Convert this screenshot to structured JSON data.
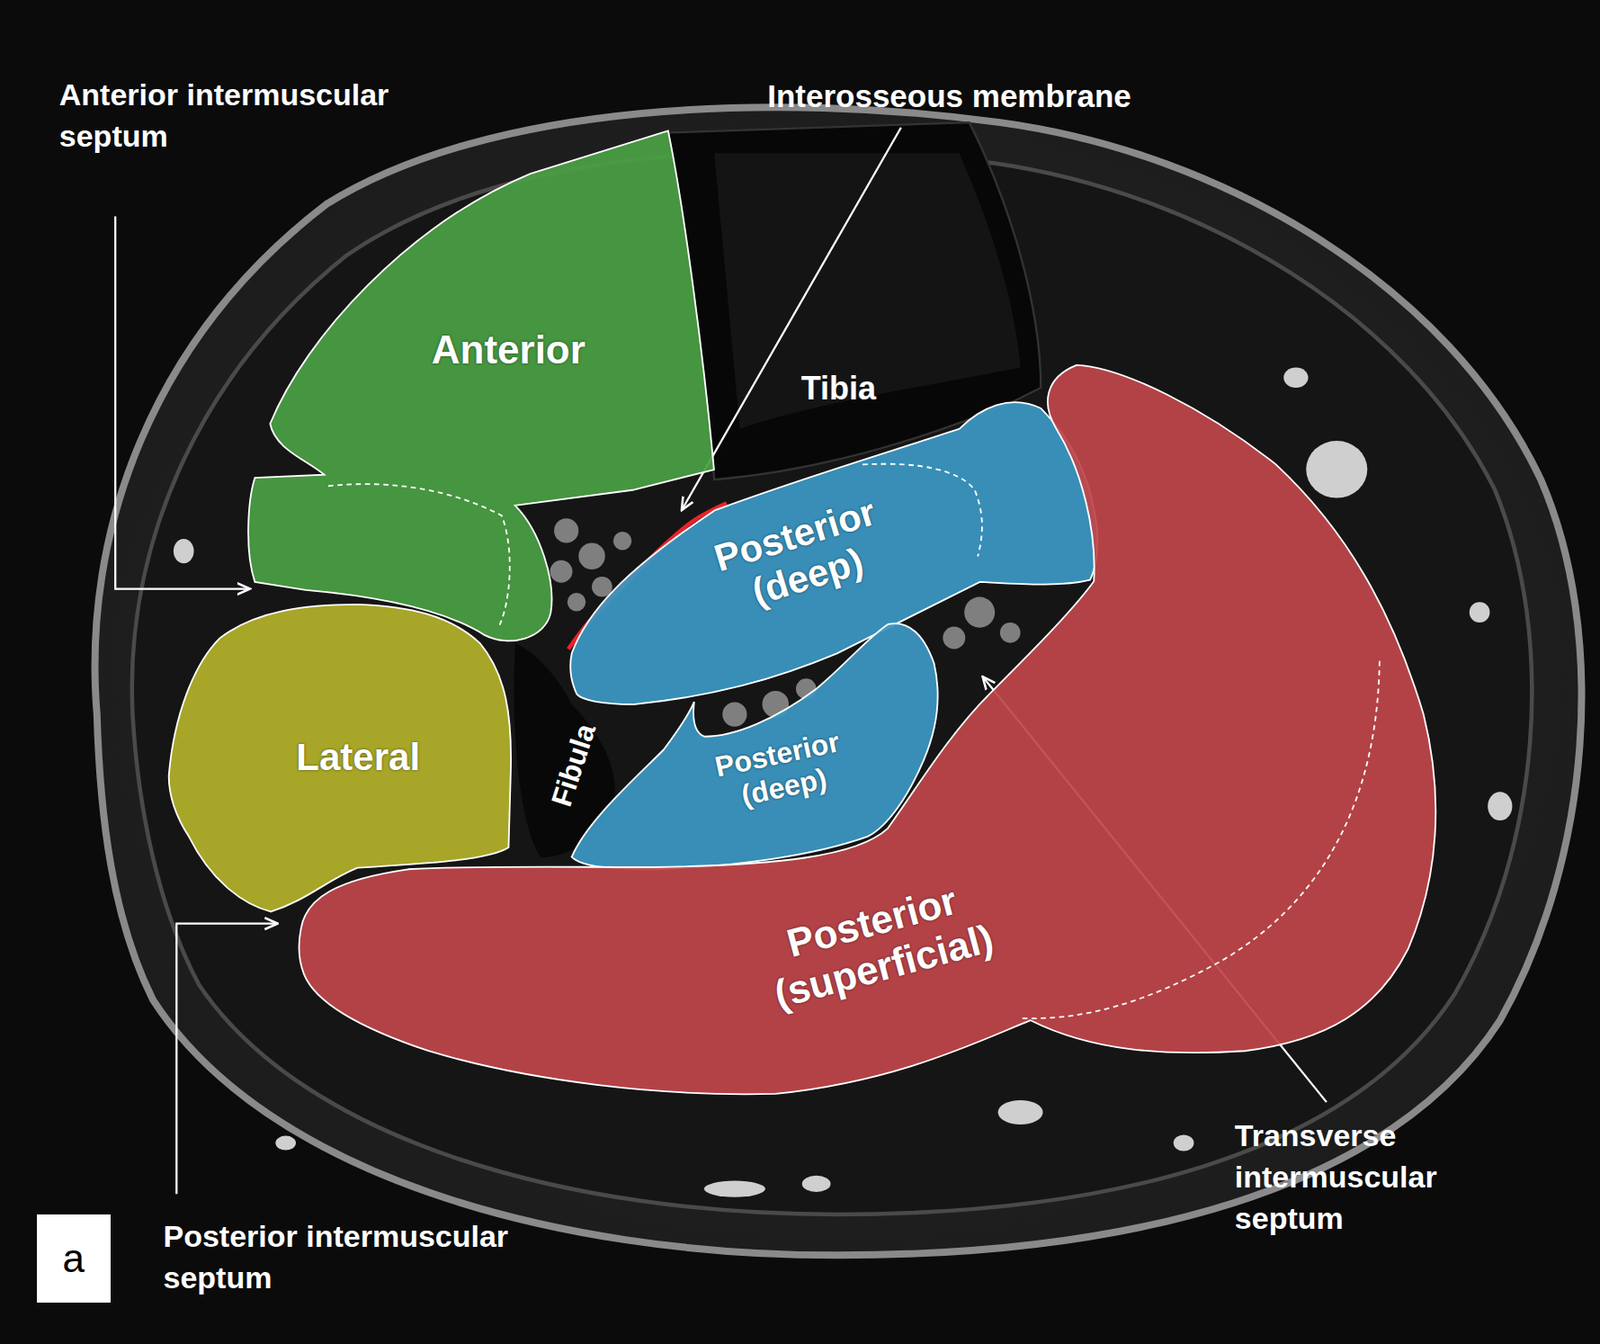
{
  "diagram": {
    "nodes": [
      {
        "text": [
          "Anterior"
        ]
      },
      {
        "text": [
          "Posterior (deep)"
        ]
      },
      {
        "text": [
          "Lateral"
        ]
      },
      {
        "text": [
          "Posterior (deep)"
        ]
      },
      {
        "text": [
          "Posterior (superficial)"
        ]
      }
    ],
    "labels": [
      "Anterior intermuscular septum",
      "Interosseous membrane",
      "Tibia",
      "Fibula",
      "Posterior intermuscular septum",
      "Transverse intermuscular septum",
      "a"
    ]
  }
}
